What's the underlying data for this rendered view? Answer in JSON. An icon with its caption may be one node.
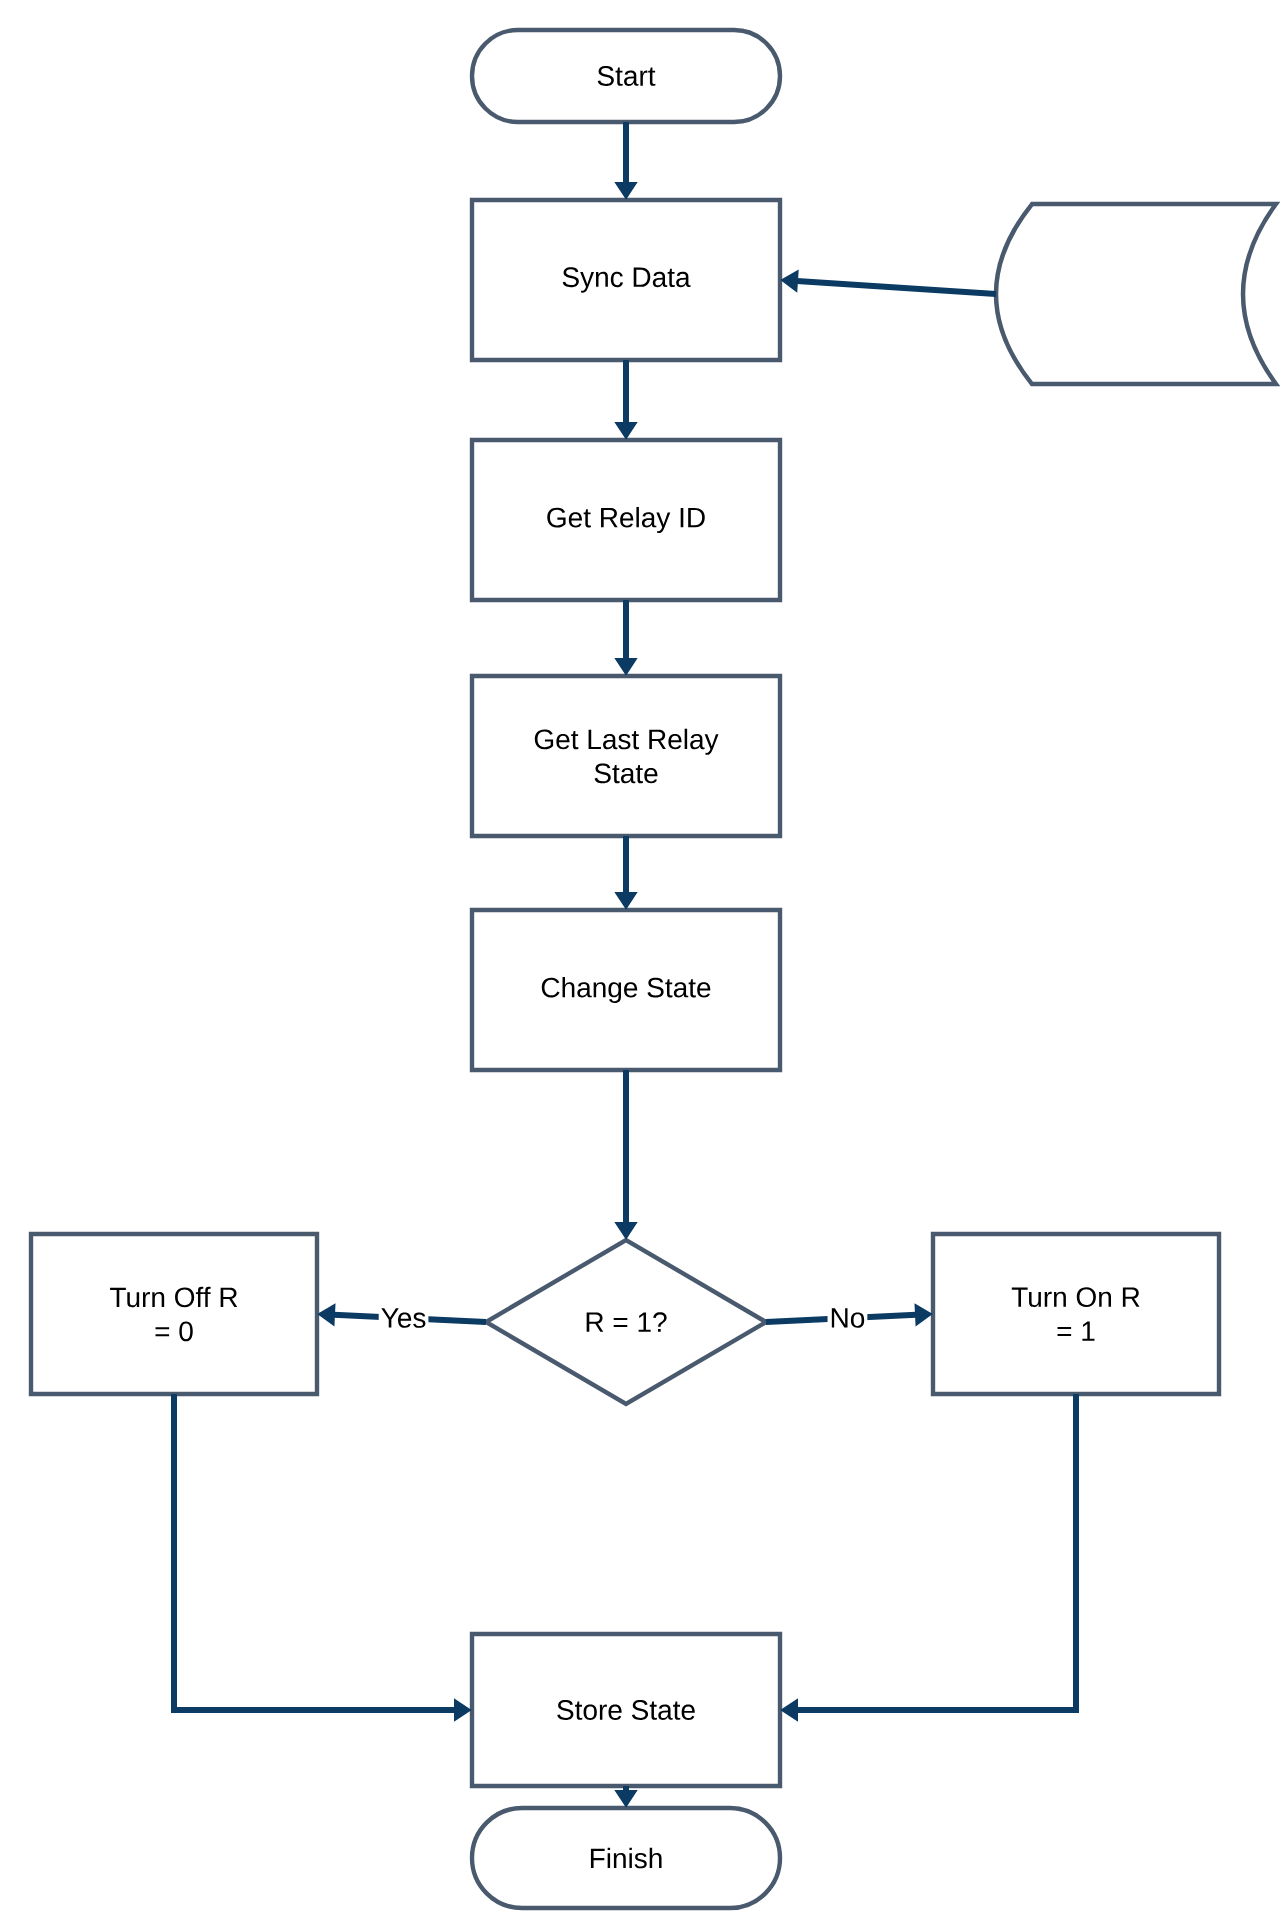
{
  "diagram": {
    "nodes": [
      {
        "text": [
          "Start"
        ]
      },
      {
        "text": [
          "Sync Data"
        ]
      },
      {
        "text": [],
        "shape": "cylinder"
      },
      {
        "text": [
          "Get Relay ID"
        ]
      },
      {
        "text": [
          "Get Last Relay State"
        ]
      },
      {
        "text": [
          "Change State"
        ]
      },
      {
        "text": [
          "R = 1?"
        ]
      },
      {
        "text": [
          "Turn Off R = 0"
        ]
      },
      {
        "text": [
          "Turn On R = 1"
        ]
      },
      {
        "text": [
          "Store State"
        ]
      },
      {
        "text": [
          "Finish"
        ]
      }
    ],
    "edges": [
      {
        "from": 0,
        "to": 1,
        "arrow": "to"
      },
      {
        "from": 2,
        "to": 1,
        "arrow": "to"
      },
      {
        "from": 1,
        "to": 3,
        "arrow": "to"
      },
      {
        "from": 3,
        "to": 4,
        "arrow": "to"
      },
      {
        "from": 4,
        "to": 5,
        "arrow": "to"
      },
      {
        "from": 5,
        "to": 6,
        "arrow": "to"
      },
      {
        "from": 6,
        "to": 7,
        "label": "Yes",
        "arrow": "to"
      },
      {
        "from": 6,
        "to": 8,
        "label": "No",
        "arrow": "to"
      },
      {
        "from": 7,
        "to": 9,
        "arrow": "to"
      },
      {
        "from": 8,
        "to": 9,
        "arrow": "to"
      },
      {
        "from": 9,
        "to": 10,
        "arrow": "to"
      }
    ]
  }
}
